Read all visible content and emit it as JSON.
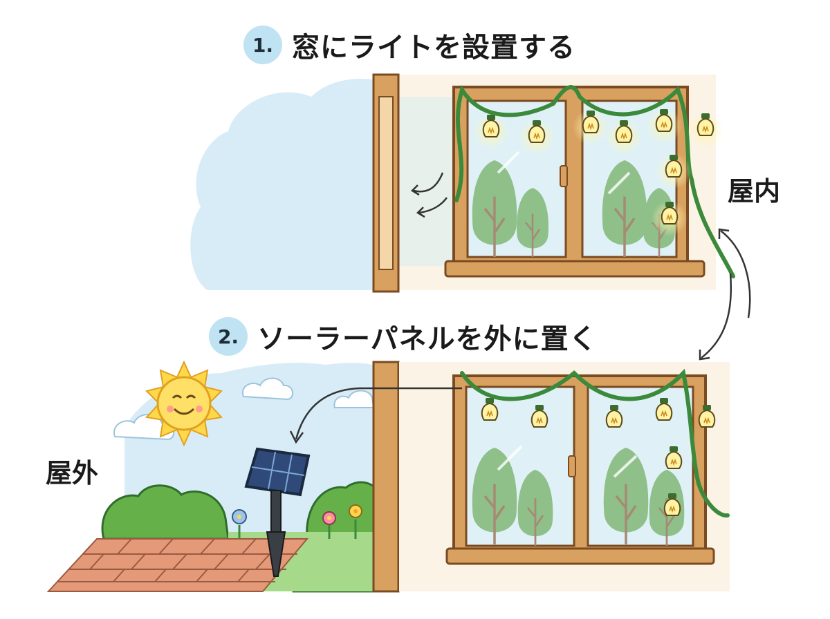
{
  "step1": {
    "number": "1.",
    "title": "窓にライトを設置する"
  },
  "step2": {
    "number": "2.",
    "title": "ソーラーパネルを外に置く"
  },
  "labels": {
    "indoor": "屋内",
    "outdoor": "屋外"
  },
  "colors": {
    "sky": "#d8ecf7",
    "wall": "#fbf3e6",
    "wood": "#d9a15f",
    "wood_dark": "#7a4a22",
    "vine": "#3b8a3b",
    "bulb_glow": "#fff2a8",
    "sun": "#ffd84a",
    "brick": "#e49a78",
    "bush": "#66b04a",
    "step_badge": "#bfe3f2"
  }
}
